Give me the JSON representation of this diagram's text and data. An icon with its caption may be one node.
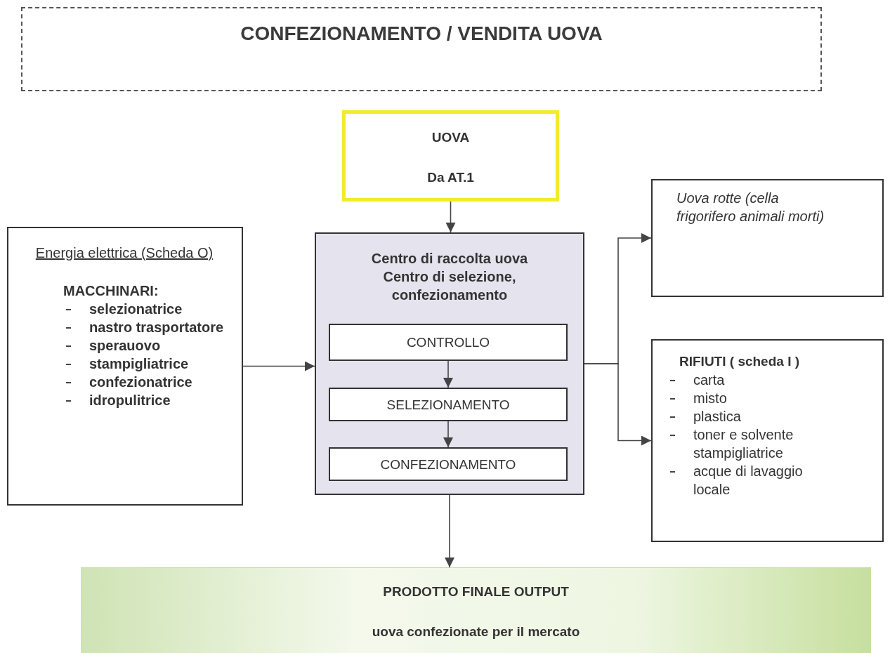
{
  "diagram": {
    "nodes": [
      {
        "text": [
          "CONFEZIONAMENTO / VENDITA UOVA"
        ]
      },
      {
        "text": [
          "UOVA",
          "Da AT.1"
        ]
      },
      {
        "text": [
          "Energia elettrica (Scheda O)",
          "MACCHINARI:",
          "selezionatrice",
          "nastro trasportatore",
          "sperauovo",
          "stampigliatrice",
          "confezionatrice",
          "idropulitrice"
        ]
      },
      {
        "text": [
          "Centro di raccolta uova",
          "Centro di selezione, confezionamento"
        ]
      },
      {
        "text": [
          "CONTROLLO"
        ],
        "in": 3
      },
      {
        "text": [
          "SELEZIONAMENTO"
        ],
        "in": 3
      },
      {
        "text": [
          "CONFEZIONAMENTO"
        ],
        "in": 3
      },
      {
        "text": [
          "Uova rotte (cella frigorifero animali morti)"
        ]
      },
      {
        "text": [
          "RIFIUTI ( scheda I )",
          "carta",
          "misto",
          "plastica",
          "toner e solvente stampigliatrice",
          "acque di lavaggio locale"
        ]
      },
      {
        "text": [
          "PRODOTTO FINALE OUTPUT",
          "uova confezionate per il mercato"
        ]
      }
    ],
    "edges": [
      {
        "from": 1,
        "to": 3,
        "arrow": "to"
      },
      {
        "from": 2,
        "to": 3,
        "arrow": "to"
      },
      {
        "from": 4,
        "to": 5,
        "arrow": "to"
      },
      {
        "from": 5,
        "to": 6,
        "arrow": "to"
      },
      {
        "from": 3,
        "to": 7,
        "arrow": "to"
      },
      {
        "from": 3,
        "to": 8,
        "arrow": "to"
      },
      {
        "from": 3,
        "to": 9,
        "arrow": "to"
      }
    ]
  }
}
